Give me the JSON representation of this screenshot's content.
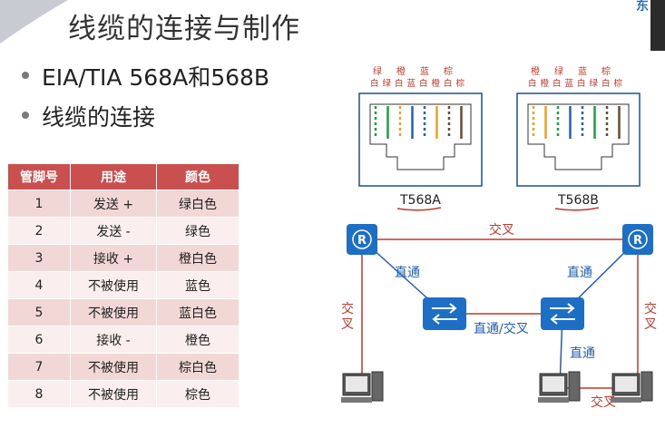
{
  "slide": {
    "title": "线缆的连接与制作",
    "corner_mark": "东",
    "bullets": [
      "EIA/TIA 568A和568B",
      "线缆的连接"
    ]
  },
  "pin_table": {
    "headers": [
      "管脚号",
      "用途",
      "颜色"
    ],
    "rows": [
      [
        "1",
        "发送 +",
        "绿白色"
      ],
      [
        "2",
        "发送 -",
        "绿色"
      ],
      [
        "3",
        "接收 +",
        "橙白色"
      ],
      [
        "4",
        "不被使用",
        "蓝色"
      ],
      [
        "5",
        "不被使用",
        "蓝白色"
      ],
      [
        "6",
        "接收 -",
        "橙色"
      ],
      [
        "7",
        "不被使用",
        "棕白色"
      ],
      [
        "8",
        "不被使用",
        "棕色"
      ]
    ]
  },
  "connectors": [
    {
      "label": "T568A",
      "top_labels": [
        "绿",
        "橙",
        "蓝",
        "棕"
      ],
      "bottom_labels": [
        "白",
        "绿",
        "白",
        "蓝",
        "白",
        "橙",
        "白",
        "棕"
      ],
      "wires": [
        "#1e9e3c",
        "#1e9e3c",
        "#f0a020",
        "#2060c0",
        "#2060c0",
        "#f0a020",
        "#6b4a2b",
        "#6b4a2b"
      ],
      "striped": [
        true,
        false,
        true,
        false,
        true,
        false,
        true,
        false
      ]
    },
    {
      "label": "T568B",
      "top_labels": [
        "橙",
        "绿",
        "蓝",
        "棕"
      ],
      "bottom_labels": [
        "白",
        "橙",
        "白",
        "蓝",
        "白",
        "绿",
        "白",
        "棕"
      ],
      "wires": [
        "#f0a020",
        "#f0a020",
        "#1e9e3c",
        "#2060c0",
        "#2060c0",
        "#1e9e3c",
        "#6b4a2b",
        "#6b4a2b"
      ],
      "striped": [
        true,
        false,
        true,
        false,
        true,
        false,
        true,
        false
      ]
    }
  ],
  "topology": {
    "link_labels": {
      "routers": "交叉",
      "router_left_switch": "直通",
      "router_right_switch": "直通",
      "switches": "直通/交叉",
      "left_router_pc": "交叉",
      "right_router_pc": "交叉",
      "switch_pc": "直通",
      "pcs": "交叉"
    },
    "router_glyph": "R",
    "colors": {
      "device": "#1c6fc4",
      "cross": "#c0392b",
      "straight": "#1f5fb0"
    }
  }
}
